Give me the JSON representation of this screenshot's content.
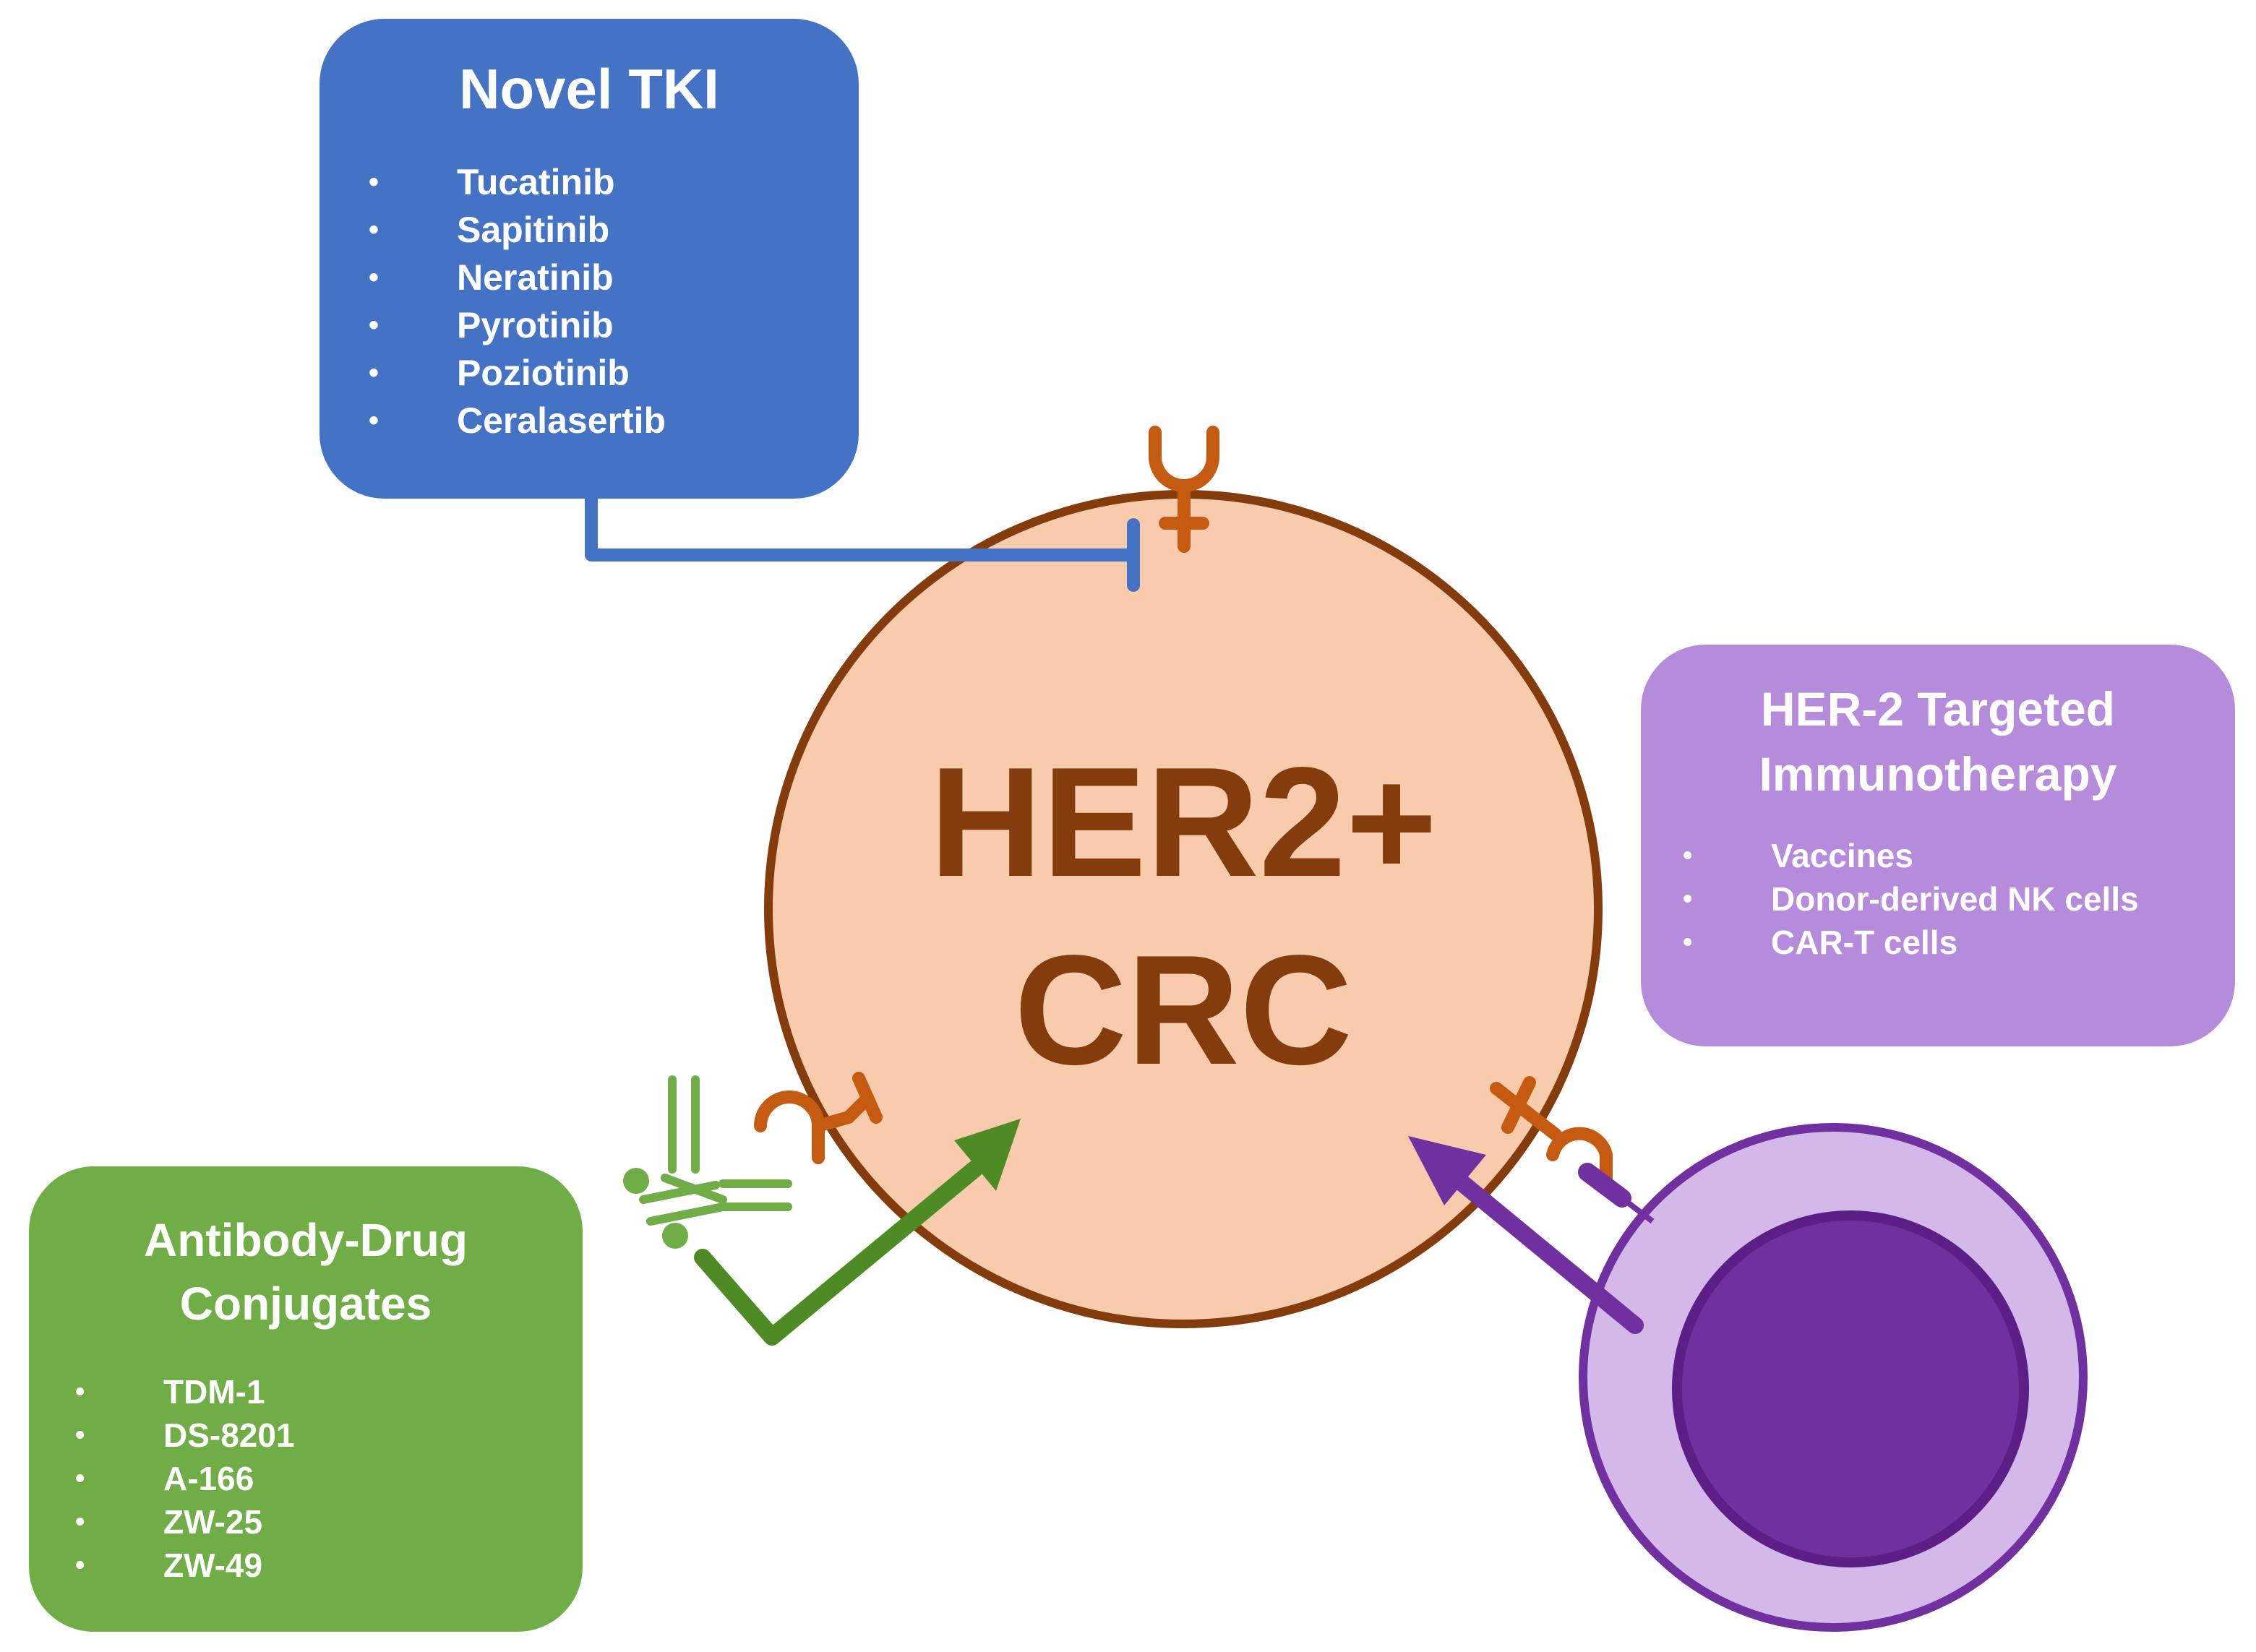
{
  "cell": {
    "line1": "HER2+",
    "line2": "CRC"
  },
  "tki": {
    "title": "Novel TKI",
    "items": [
      "Tucatinib",
      "Sapitinib",
      "Neratinib",
      "Pyrotinib",
      "Poziotinib",
      "Ceralasertib"
    ]
  },
  "immunotherapy": {
    "title_line1": "HER-2 Targeted",
    "title_line2": "Immunotherapy",
    "items": [
      "Vaccines",
      "Donor-derived NK cells",
      "CAR-T cells"
    ]
  },
  "adc": {
    "title_line1": "Antibody-Drug",
    "title_line2": "Conjugates",
    "items": [
      "TDM-1",
      "DS-8201",
      "A-166",
      "ZW-25",
      "ZW-49"
    ]
  },
  "colors": {
    "cell_fill": "#f8cbad",
    "cell_stroke": "#843c0c",
    "cell_text": "#843c0c",
    "receptor": "#c55a11",
    "tki_blue": "#4472c4",
    "immuno_purple": "#b58bdb",
    "adc_green": "#70ad47",
    "adc_arrow": "#4e8b25",
    "immune_arrow": "#7030a0",
    "immune_cell_outer": "#d5b8ea",
    "immune_cell_inner": "#7030a0"
  }
}
